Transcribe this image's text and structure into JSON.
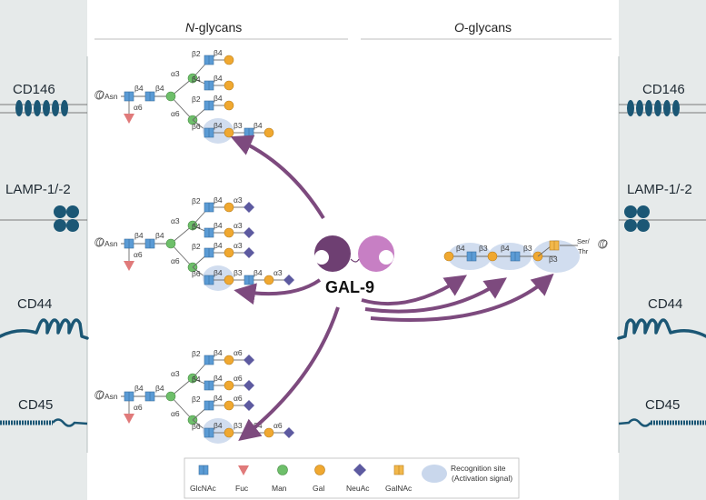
{
  "headers": {
    "n_glycans_italic": "N",
    "n_glycans_rest": "-glycans",
    "o_glycans_italic": "O",
    "o_glycans_rest": "-glycans"
  },
  "proteins": [
    "CD146",
    "LAMP-1/-2",
    "CD44",
    "CD45"
  ],
  "galectin": "GAL-9",
  "attachment": {
    "asn": "Asn",
    "ser": "Ser/",
    "thr": "Thr"
  },
  "n_glycans": [
    {
      "core": [
        "β4",
        "β4",
        "α6"
      ],
      "branch": [
        "α3",
        "α6",
        "β2",
        "β4",
        "β2",
        "β4",
        "β6"
      ],
      "arms": [
        [
          "β4"
        ],
        [
          "β4"
        ],
        [
          "β4"
        ],
        [
          "β4",
          "β3",
          "β4"
        ]
      ]
    },
    {
      "core": [
        "β4",
        "β4",
        "α6"
      ],
      "branch": [
        "α3",
        "α6",
        "β2",
        "β4",
        "β2",
        "β4",
        "β6"
      ],
      "arms": [
        [
          "β4",
          "α3"
        ],
        [
          "β4",
          "α3"
        ],
        [
          "β4",
          "α3"
        ],
        [
          "β4",
          "β3",
          "β4",
          "α3"
        ]
      ]
    },
    {
      "core": [
        "β4",
        "β4",
        "α6"
      ],
      "branch": [
        "α3",
        "α6",
        "β2",
        "β4",
        "β2",
        "β4",
        "β6"
      ],
      "arms": [
        [
          "β4",
          "α6"
        ],
        [
          "β4",
          "α6"
        ],
        [
          "β4",
          "α6"
        ],
        [
          "β4",
          "β3",
          "β4",
          "α6"
        ]
      ]
    }
  ],
  "o_glycan": {
    "links": [
      "β4",
      "β3",
      "β4",
      "β3",
      "β3"
    ]
  },
  "legend": {
    "items": [
      "GlcNAc",
      "Fuc",
      "Man",
      "Gal",
      "NeuAc",
      "GalNAc"
    ],
    "recognition_line1": "Recognition site",
    "recognition_line2": "(Activation signal)"
  },
  "colors": {
    "panel": "#e6eaea",
    "protein": "#1b5775",
    "arrow": "#7d4a7e",
    "glcnac": "#5b9bd5",
    "fuc": "#e07a7a",
    "man": "#6ebf6a",
    "gal": "#f0a830",
    "neuac": "#5d5aa0",
    "galnac": "#f2b84b",
    "site": "#c9d7ec"
  }
}
